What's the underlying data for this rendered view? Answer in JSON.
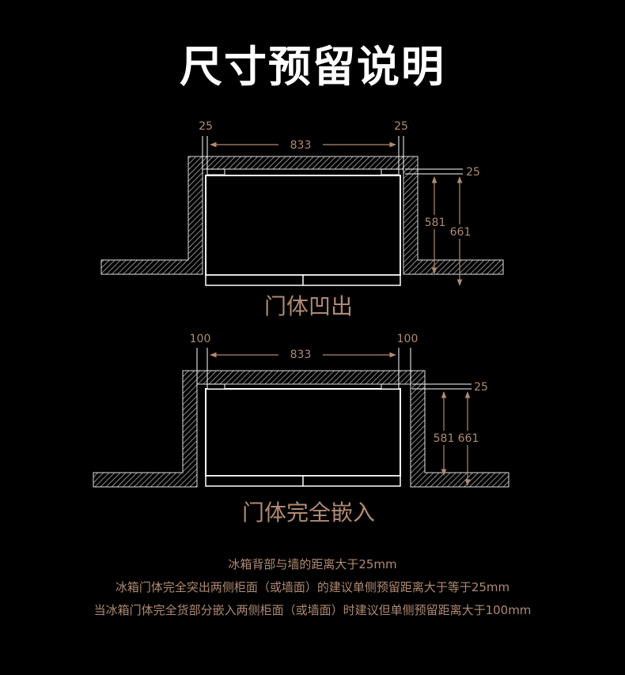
{
  "title": "尺寸预留说明",
  "colors": {
    "accent": "#b08a72",
    "background": "#000000",
    "line": "#ffffff",
    "hatch": "#cfcfcf"
  },
  "diagram1": {
    "left_gap": "25",
    "right_gap": "25",
    "width": "833",
    "top_gap": "25",
    "depth_body": "581",
    "depth_total": "661",
    "caption": "门体凹出"
  },
  "diagram2": {
    "left_gap": "100",
    "right_gap": "100",
    "width": "833",
    "top_gap": "25",
    "depth_body": "581",
    "depth_total": "661",
    "caption": "门体完全嵌入"
  },
  "notes": [
    "冰箱背部与墙的距离大于25mm",
    "冰箱门体完全突出两侧柜面（或墙面）的建议单侧预留距离大于等于25mm",
    "当冰箱门体完全货部分嵌入两侧柜面（或墙面）时建议但单侧预留距离大于100mm"
  ]
}
